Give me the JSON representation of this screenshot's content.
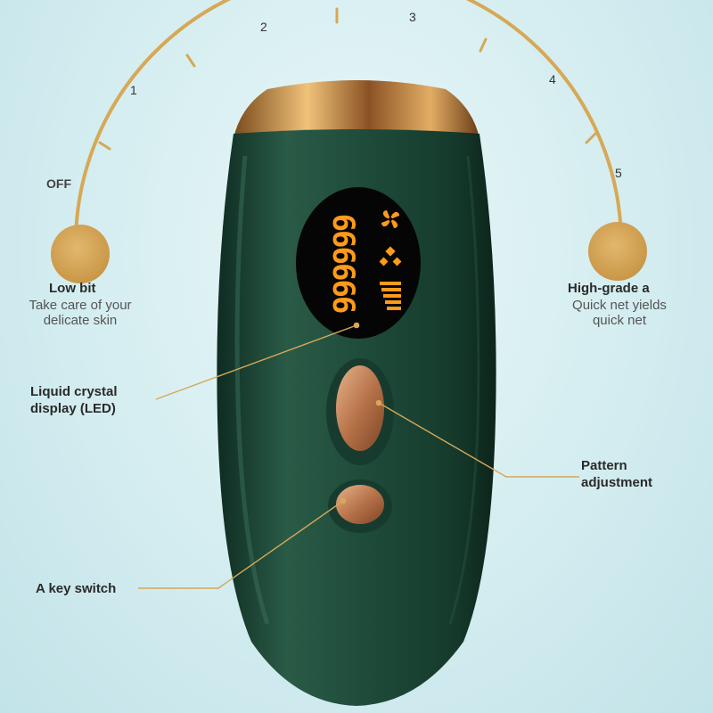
{
  "dial": {
    "levels": [
      "OFF",
      "1",
      "2",
      "3",
      "4",
      "5"
    ]
  },
  "low": {
    "title": "Low bit",
    "desc_line1": "Take care of your",
    "desc_line2": "delicate skin"
  },
  "high": {
    "title": "High-grade a",
    "desc_line1": "Quick net yields",
    "desc_line2": "quick net"
  },
  "callouts": {
    "lcd_line1": "Liquid crystal",
    "lcd_line2": "display (LED)",
    "pattern_line1": "Pattern",
    "pattern_line2": "adjustment",
    "switch": "A key switch"
  },
  "display": {
    "digits": "666666"
  },
  "colors": {
    "gold": "#d6a857",
    "device_green": "#1f4a3a",
    "display_orange": "#ff9a1a",
    "button_copper": "#c98b5c"
  }
}
